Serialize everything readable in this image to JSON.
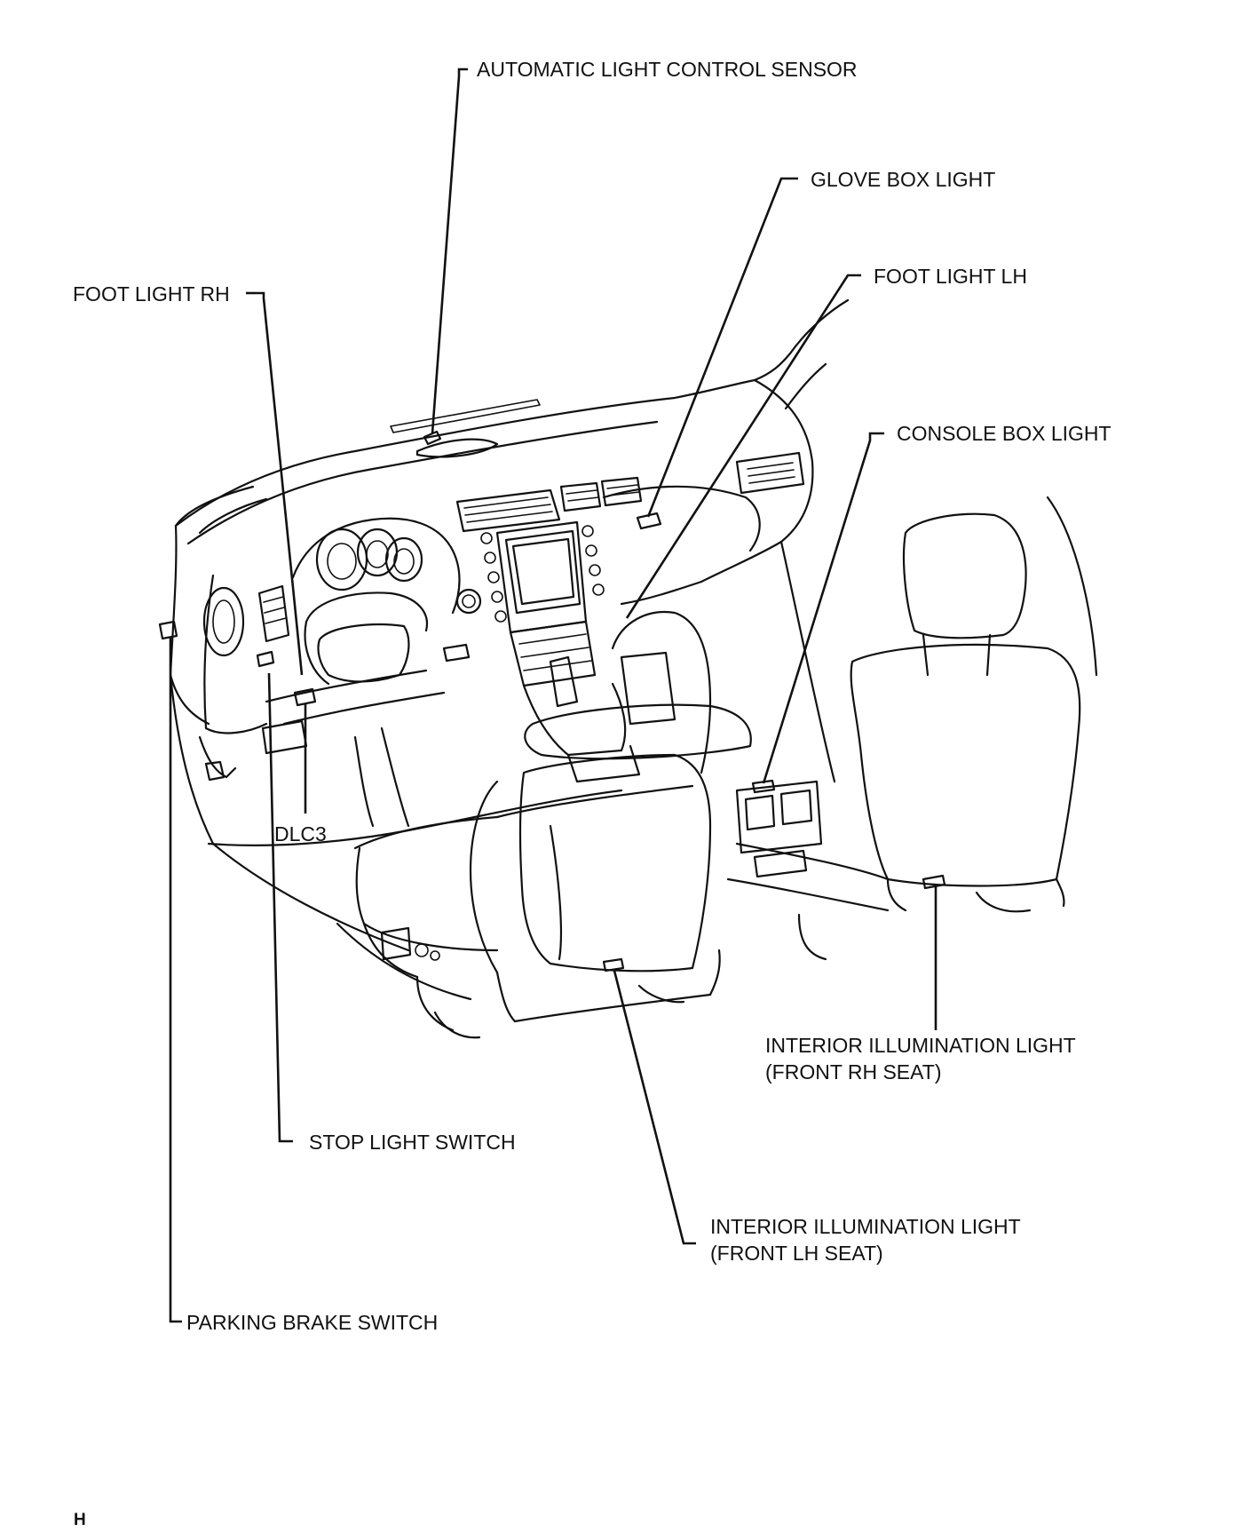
{
  "labels": {
    "automatic_light_control_sensor": "AUTOMATIC LIGHT CONTROL SENSOR",
    "glove_box_light": "GLOVE BOX LIGHT",
    "foot_light_lh": "FOOT LIGHT LH",
    "foot_light_rh": "FOOT LIGHT RH",
    "console_box_light": "CONSOLE BOX LIGHT",
    "dlc3": "DLC3",
    "interior_illumination_rh_1": "INTERIOR ILLUMINATION LIGHT",
    "interior_illumination_rh_2": "(FRONT RH SEAT)",
    "stop_light_switch": "STOP LIGHT SWITCH",
    "interior_illumination_lh_1": "INTERIOR ILLUMINATION LIGHT",
    "interior_illumination_lh_2": "(FRONT LH SEAT)",
    "parking_brake_switch": "PARKING BRAKE SWITCH"
  },
  "corner_mark": "H"
}
